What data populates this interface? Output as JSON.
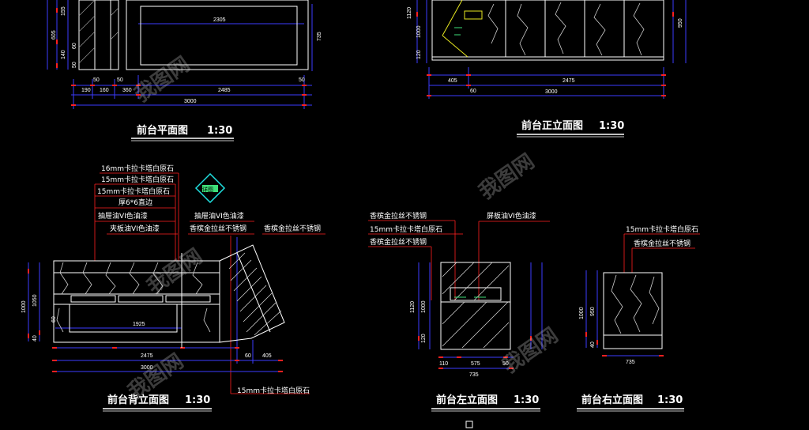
{
  "titles": {
    "plan": "前台平面图",
    "plan_scale": "1:30",
    "front": "前台正立面图",
    "front_scale": "1:30",
    "back": "前台背立面图",
    "back_scale": "1:30",
    "left": "前台左立面图",
    "left_scale": "1:30",
    "right": "前台右立面图",
    "right_scale": "1:30"
  },
  "plan_dims": {
    "d2305": "2305",
    "d2485": "2485",
    "d3000": "3000",
    "d190": "190",
    "d160": "160",
    "d360": "360",
    "d50a": "50",
    "d50b": "50",
    "d50c": "50",
    "d605": "605",
    "d155": "155",
    "d140": "140",
    "d60": "60",
    "d50d": "50",
    "d735": "735"
  },
  "front_dims": {
    "d405": "405",
    "d2475": "2475",
    "d3000": "3000",
    "d60": "60",
    "d1120": "1120",
    "d1000": "1000",
    "d120": "120",
    "d950": "950"
  },
  "back_notes": {
    "n1": "16mm卡拉卡塔白原石",
    "n2": "15mm卡拉卡塔白原石",
    "n3": "15mm卡拉卡塔白原石",
    "n4": "厚6*6直边",
    "n5": "抽屉油VI色油漆",
    "n6": "夹板油VI色油漆",
    "n7": "抽屉油VI色油漆",
    "n8": "香槟金拉丝不锈钢",
    "n9": "香槟金拉丝不锈钢",
    "n10": "15mm卡拉卡塔白原石",
    "badge": "详图"
  },
  "back_dims": {
    "d1925": "1925",
    "d2475": "2475",
    "d3000": "3000",
    "d60a": "60",
    "d405": "405",
    "d1000": "1000",
    "d1050": "1050",
    "d40": "40",
    "d60b": "60"
  },
  "left_notes": {
    "n1": "香槟金拉丝不锈钢",
    "n2": "15mm卡拉卡塔白原石",
    "n3": "香槟金拉丝不锈钢",
    "n4": "屏板油VI色油漆"
  },
  "left_dims": {
    "d110": "110",
    "d575": "575",
    "d50": "50",
    "d735": "735",
    "d1120": "1120",
    "d1000": "1000",
    "d120": "120"
  },
  "right_notes": {
    "n1": "15mm卡拉卡塔白原石",
    "n2": "香槟金拉丝不锈钢"
  },
  "right_dims": {
    "d735": "735",
    "d1000": "1000",
    "d950": "950",
    "d40": "40"
  },
  "watermark": "我图网",
  "colors": {
    "line": "#ffffff",
    "dim": "#3b3bff",
    "hatch": "#e0e0e0",
    "red": "#ff2020",
    "grey": "#9a9a9a",
    "green": "#3ee07a",
    "yellow": "#e8e820",
    "cyan": "#20e0e0"
  }
}
